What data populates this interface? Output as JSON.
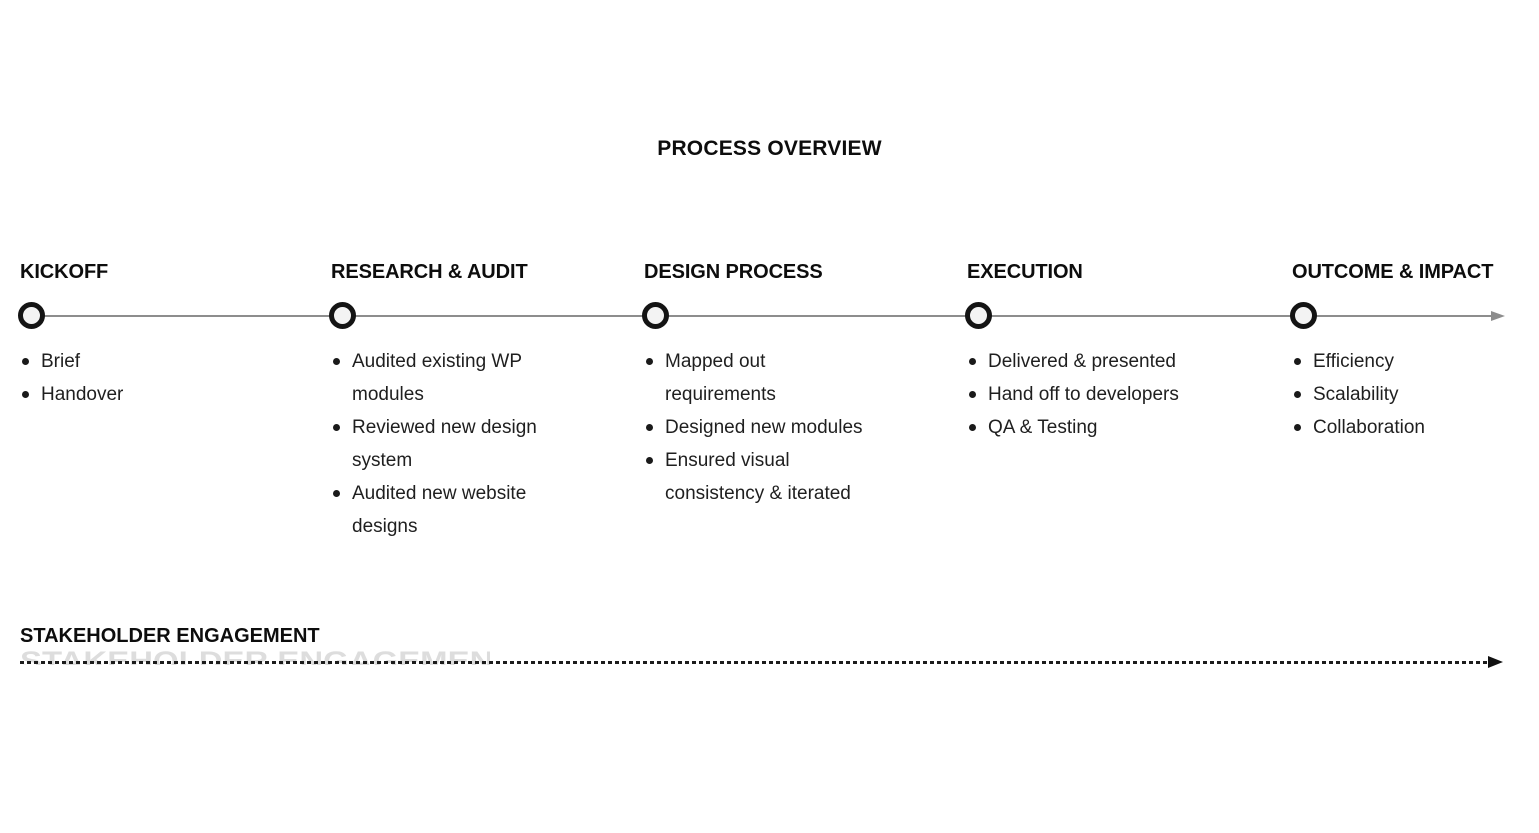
{
  "title": "PROCESS OVERVIEW",
  "stages": [
    {
      "label": "KICKOFF",
      "items": [
        "Brief",
        "Handover"
      ]
    },
    {
      "label": "RESEARCH & AUDIT",
      "items": [
        "Audited existing WP\nmodules",
        "Reviewed new design\nsystem",
        "Audited new website\ndesigns"
      ]
    },
    {
      "label": "DESIGN PROCESS",
      "items": [
        "Mapped out\nrequirements",
        "Designed new modules",
        "Ensured visual\nconsistency & iterated"
      ]
    },
    {
      "label": "EXECUTION",
      "items": [
        "Delivered & presented",
        "Hand off to developers",
        "QA & Testing"
      ]
    },
    {
      "label": "OUTCOME & IMPACT",
      "items": [
        "Efficiency",
        "Scalability",
        "Collaboration"
      ]
    }
  ],
  "bottom_track": {
    "label": "STAKEHOLDER ENGAGEMENT"
  },
  "colors": {
    "timeline_line": "#8d8d8d",
    "node_ring": "#141414",
    "node_fill": "#f3f3f3",
    "heading_text": "#0d0d0d",
    "body_text": "#1f1f1f",
    "dotted_line": "#1c1c1c",
    "background": "#ffffff"
  }
}
